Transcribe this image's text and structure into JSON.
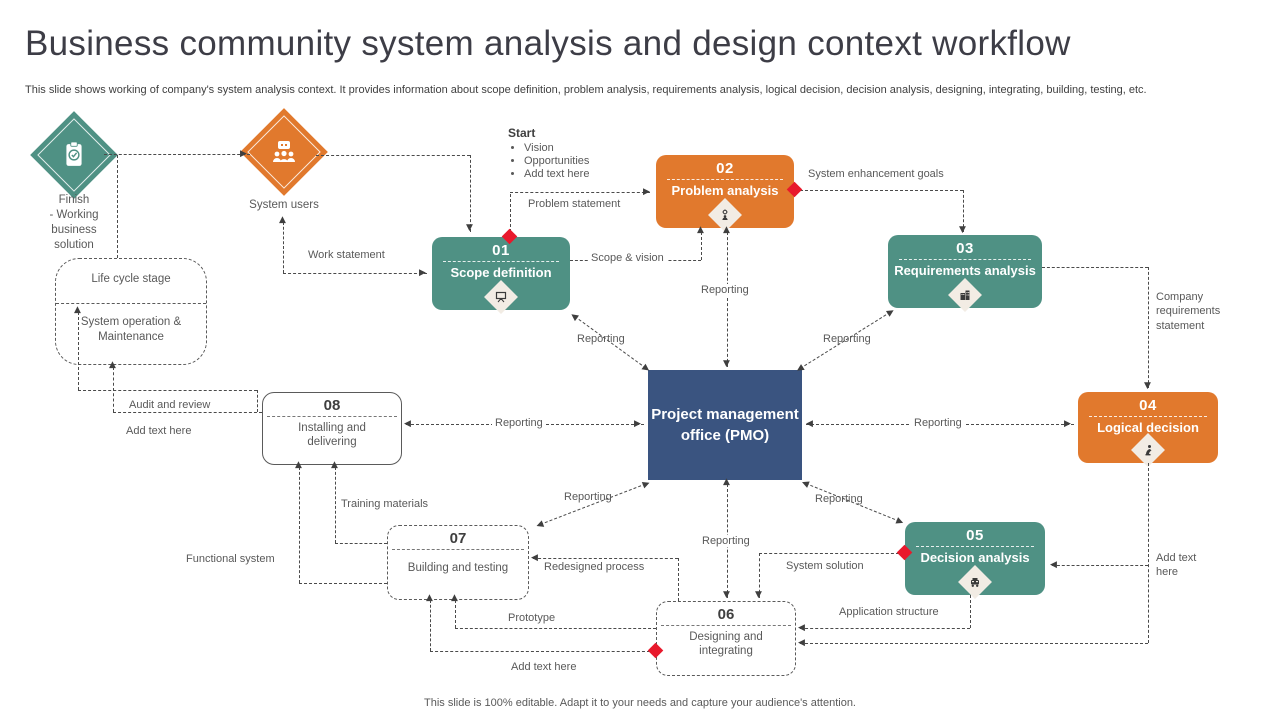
{
  "slide": {
    "title": "Business community system analysis and design context workflow",
    "subtitle": "This slide shows working of company's system analysis context. It provides information about scope definition, problem analysis, requirements analysis, logical decision, decision analysis, designing, integrating, building, testing, etc.",
    "footer": "This slide is 100% editable. Adapt it to your needs and capture your audience's attention."
  },
  "colors": {
    "teal": "#4f9184",
    "orange": "#e1792d",
    "navy": "#3a5480",
    "red": "#e8192c",
    "line": "#4a4a4a"
  },
  "terminals": {
    "finish": "Finish\n- Working\nbusiness\nsolution",
    "system_users": "System users"
  },
  "start": {
    "title": "Start",
    "items": [
      "Vision",
      "Opportunities",
      "Add text here"
    ]
  },
  "lifecycle": {
    "top": "Life cycle stage",
    "bottom": "System operation & Maintenance"
  },
  "nodes": {
    "n01": {
      "num": "01",
      "label": "Scope definition"
    },
    "n02": {
      "num": "02",
      "label": "Problem analysis"
    },
    "n03": {
      "num": "03",
      "label": "Requirements analysis"
    },
    "n04": {
      "num": "04",
      "label": "Logical decision"
    },
    "n05": {
      "num": "05",
      "label": "Decision analysis"
    },
    "n06": {
      "num": "06",
      "label": "Designing and integrating"
    },
    "n07": {
      "num": "07",
      "label": "Building and testing"
    },
    "n08": {
      "num": "08",
      "label": "Installing and delivering"
    },
    "pmo": {
      "label": "Project management office (PMO)"
    }
  },
  "labels": {
    "work_statement": "Work statement",
    "problem_statement": "Problem statement",
    "scope_vision": "Scope & vision",
    "system_enhancement_goals": "System enhancement goals",
    "company_requirements": "Company requirements statement",
    "reporting": "Reporting",
    "audit_review": "Audit and review",
    "add_text_left": "Add text here",
    "training_materials": "Training materials",
    "functional_system": "Functional system",
    "redesigned_process": "Redesigned process",
    "system_solution": "System solution",
    "prototype": "Prototype",
    "add_text_bottom": "Add text here",
    "application_structure": "Application structure",
    "add_text_right": "Add text here"
  }
}
